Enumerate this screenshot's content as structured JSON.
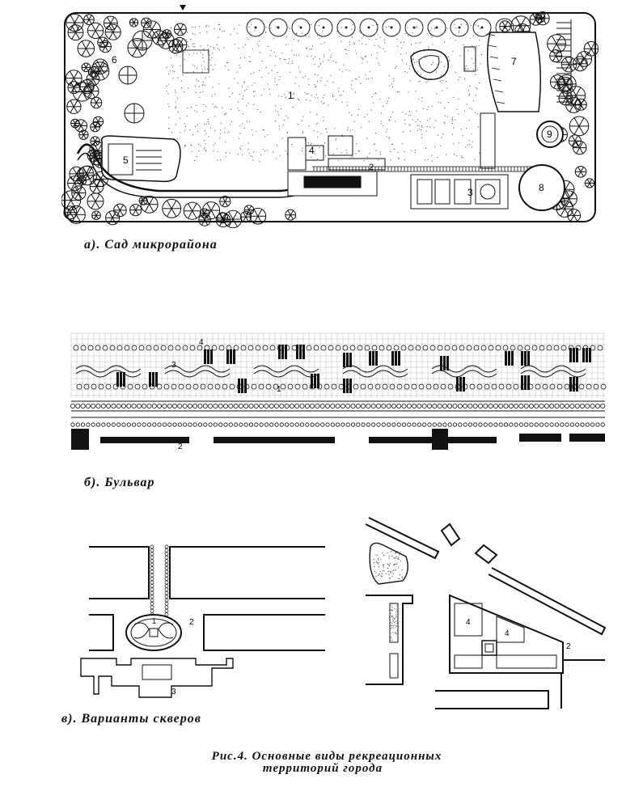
{
  "panels": {
    "garden": {
      "caption": "а).  Сад микрорайона",
      "zone_labels": [
        "1",
        "2",
        "3",
        "4",
        "5",
        "6",
        "7",
        "8",
        "9"
      ]
    },
    "boulevard": {
      "caption": "б). Бульвар",
      "zone_labels": [
        "1",
        "2",
        "3",
        "4"
      ]
    },
    "squares": {
      "caption": "в). Варианты скверов",
      "left_labels": [
        "1",
        "2",
        "3"
      ],
      "right_labels": [
        "4",
        "4",
        "2"
      ]
    }
  },
  "figure_caption": {
    "line1": "Рис.4. Основные виды рекреационных",
    "line2": "территорий города"
  }
}
